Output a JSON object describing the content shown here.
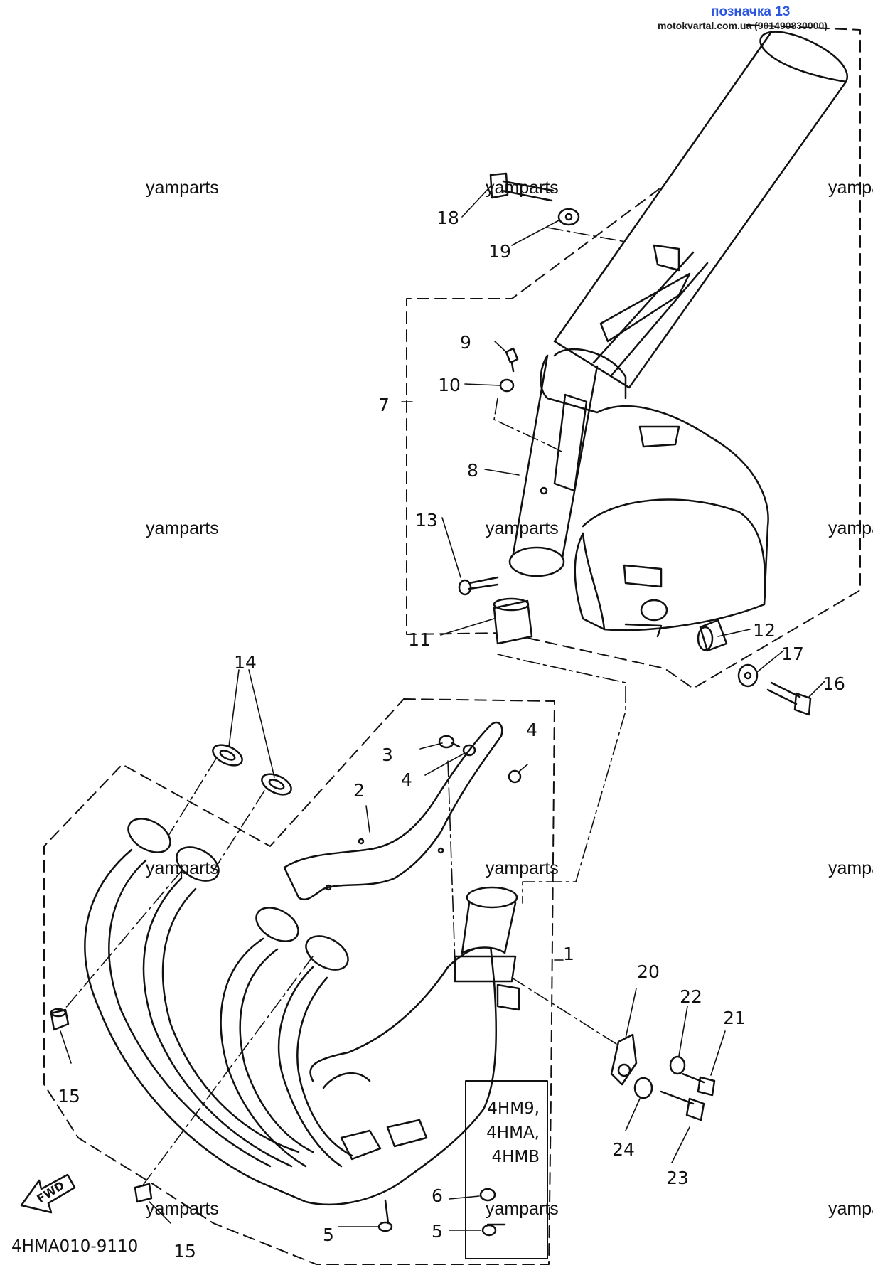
{
  "header": {
    "title": "позначка 13",
    "subtitle": "motokvartal.com.ua (901490830000)"
  },
  "watermark": "yamparts",
  "diagram_code": "4HMA010-9110",
  "fwd_label": "FWD",
  "model_box": [
    "4HM9,",
    "4HMA,",
    "4HMB"
  ],
  "callouts": [
    "1",
    "2",
    "3",
    "4",
    "4",
    "5",
    "5",
    "6",
    "7",
    "8",
    "9",
    "10",
    "11",
    "12",
    "13",
    "14",
    "15",
    "15",
    "16",
    "17",
    "18",
    "19",
    "20",
    "21",
    "22",
    "23",
    "24"
  ],
  "colors": {
    "header_title": "#2b56e0",
    "ink": "#111111",
    "background": "#ffffff"
  }
}
